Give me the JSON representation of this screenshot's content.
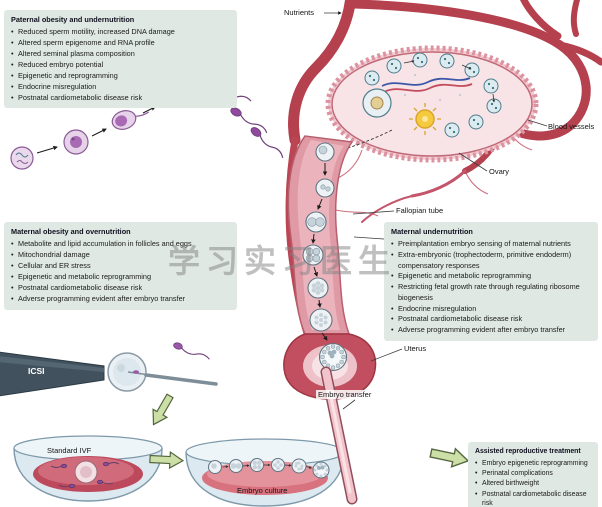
{
  "watermark": {
    "text": "学习实习医生"
  },
  "boxes": {
    "paternal": {
      "title": "Paternal obesity and undernutrition",
      "items": [
        "Reduced sperm motility, increased DNA damage",
        "Altered sperm epigenome and RNA profile",
        "Altered seminal plasma composition",
        "Reduced embryo potential",
        "Epigenetic and reprogramming",
        "Endocrine misregulation",
        "Postnatal cardiometabolic disease risk"
      ]
    },
    "maternal_overnutrition": {
      "title": "Maternal obesity and overnutrition",
      "items": [
        "Metabolite and lipid accumulation in follicles and eggs",
        "Mitochondrial damage",
        "Cellular and ER stress",
        "Epigenetic and metabolic reprogramming",
        "Postnatal cardiometabolic disease risk",
        "Adverse programming evident after embryo transfer"
      ]
    },
    "maternal_undernutrition": {
      "title": "Maternal undernutrition",
      "items": [
        "Preimplantation embryo sensing of maternal nutrients",
        "Extra-embryonic (trophectoderm, primitive endoderm) compensatory responses",
        "Epigenetic and metabolic reprogramming",
        "Restricting fetal growth rate through regulating ribosome biogenesis",
        "Endocrine misregulation",
        "Postnatal cardiometabolic disease risk",
        "Adverse programming evident after embryo transfer"
      ]
    },
    "art": {
      "title": "Assisted reproductive treatment",
      "items": [
        "Embryo epigenetic reprogramming",
        "Perinatal complications",
        "Altered birthweight",
        "Postnatal cardiometabolic disease risk"
      ]
    }
  },
  "labels": {
    "nutrients": "Nutrients",
    "blood_vessels": "Blood vessels",
    "ovary": "Ovary",
    "fallopian_tube": "Fallopian tube",
    "uterus": "Uterus",
    "embryo_transfer": "Embryo transfer",
    "icsi": "ICSI",
    "standard_ivf": "Standard IVF",
    "embryo_culture": "Embryo culture"
  },
  "colors": {
    "box_background": "#dfe8e3",
    "vessel_red": "#b5404e",
    "ovary_pink": "#f3cdd3",
    "green_arrow": "#ccdfa6",
    "sperm_purple": "#8f4a9e"
  }
}
